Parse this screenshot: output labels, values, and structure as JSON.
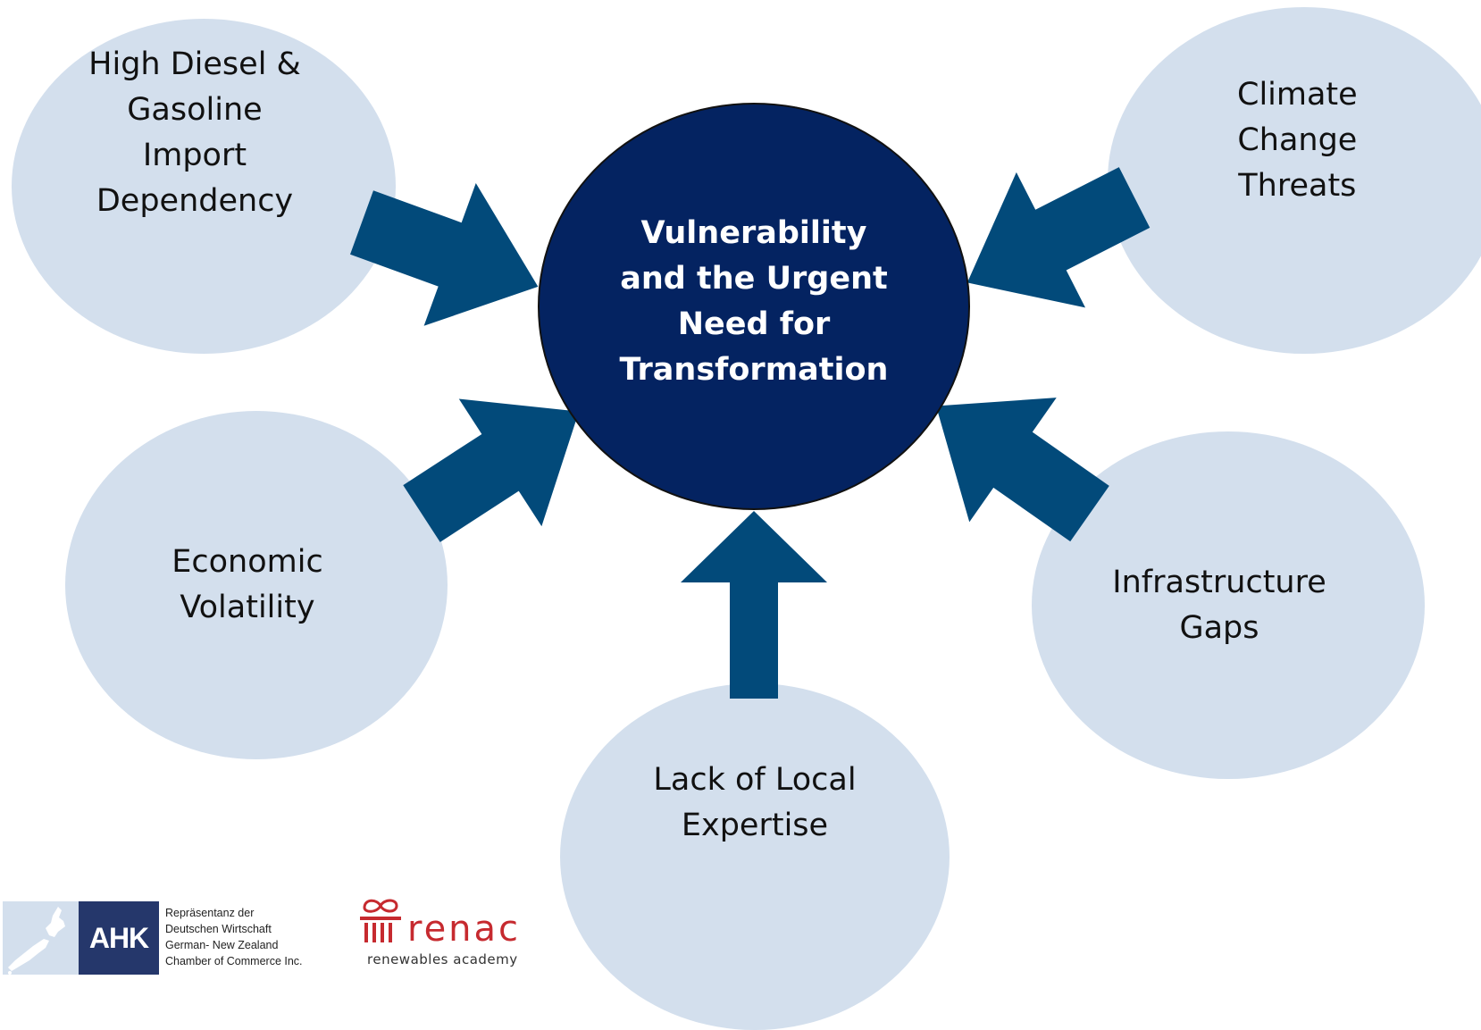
{
  "center": {
    "label": "Vulnerability\nand the Urgent\nNeed for\nTransformation"
  },
  "factors": {
    "diesel": "High Diesel &\nGasoline\nImport\nDependency",
    "climate": "Climate\nChange\nThreats",
    "economic": "Economic\nVolatility",
    "infrastructure": "Infrastructure\nGaps",
    "expertise": "Lack of Local\nExpertise"
  },
  "logos": {
    "ahk": {
      "abbr": "AHK",
      "text": "Repräsentanz der\nDeutschen Wirtschaft\nGerman- New Zealand\nChamber of Commerce Inc."
    },
    "renac": {
      "name": "renac",
      "tagline": "renewables academy"
    }
  },
  "colors": {
    "bubble": "#d3dfed",
    "center": "#042361",
    "arrow": "#024a7a",
    "renac_red": "#c62a2f",
    "ahk_blue": "#25376b"
  }
}
